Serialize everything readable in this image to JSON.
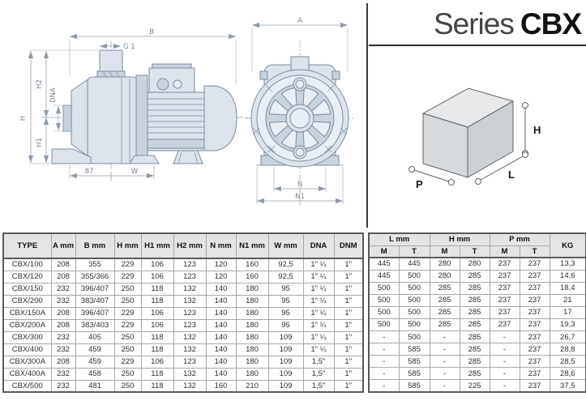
{
  "title": {
    "series": "Series",
    "model": "CBX"
  },
  "drawing_labels": {
    "b": "B",
    "g1": "G 1",
    "h": "H",
    "h2": "H2",
    "dna": "DNA",
    "h1": "H1",
    "d87": "87",
    "w": "W",
    "a": "A",
    "n": "N",
    "n1": "N1",
    "box_p": "P",
    "box_l": "L",
    "box_h": "H"
  },
  "table": {
    "headers_left": [
      "TYPE",
      "A mm",
      "B mm",
      "H mm",
      "H1 mm",
      "H2 mm",
      "N mm",
      "N1 mm",
      "W mm",
      "DNA",
      "DNM"
    ],
    "right_groups": [
      "L mm",
      "H mm",
      "P mm"
    ],
    "subheaders": [
      "M",
      "T"
    ],
    "kg": "KG",
    "rows": [
      [
        "CBX/100",
        "208",
        "355",
        "229",
        "106",
        "123",
        "120",
        "160",
        "92,5",
        "1\" ¼",
        "1\"",
        "445",
        "445",
        "280",
        "280",
        "237",
        "237",
        "13,3"
      ],
      [
        "CBX/120",
        "208",
        "355/366",
        "229",
        "106",
        "123",
        "120",
        "160",
        "92,5",
        "1\" ¼",
        "1\"",
        "445",
        "500",
        "280",
        "285",
        "237",
        "237",
        "14,6"
      ],
      [
        "CBX/150",
        "232",
        "396/407",
        "250",
        "118",
        "132",
        "140",
        "180",
        "95",
        "1\" ¼",
        "1\"",
        "500",
        "500",
        "285",
        "285",
        "237",
        "237",
        "18,4"
      ],
      [
        "CBX/200",
        "232",
        "383/407",
        "250",
        "118",
        "132",
        "140",
        "180",
        "95",
        "1\" ¼",
        "1\"",
        "500",
        "500",
        "285",
        "285",
        "237",
        "237",
        "21"
      ],
      [
        "CBX/150A",
        "208",
        "396/407",
        "229",
        "106",
        "123",
        "140",
        "180",
        "95",
        "1\" ¼",
        "1\"",
        "500",
        "500",
        "285",
        "285",
        "237",
        "237",
        "17"
      ],
      [
        "CBX/200A",
        "208",
        "383/403",
        "229",
        "106",
        "123",
        "140",
        "180",
        "95",
        "1\" ¼",
        "1\"",
        "500",
        "500",
        "285",
        "285",
        "237",
        "237",
        "19,3"
      ],
      [
        "CBX/300",
        "232",
        "405",
        "250",
        "118",
        "132",
        "140",
        "180",
        "109",
        "1\" ¼",
        "1\"",
        "-",
        "500",
        "-",
        "285",
        "-",
        "237",
        "26,7"
      ],
      [
        "CBX/400",
        "232",
        "459",
        "250",
        "118",
        "132",
        "140",
        "180",
        "109",
        "1\" ¼",
        "1\"",
        "-",
        "585",
        "-",
        "285",
        "-",
        "237",
        "28,8"
      ],
      [
        "CBX/300A",
        "208",
        "459",
        "229",
        "106",
        "123",
        "140",
        "180",
        "109",
        "1,5\"",
        "1\"",
        "-",
        "585",
        "-",
        "285",
        "-",
        "237",
        "28,5"
      ],
      [
        "CBX/400A",
        "232",
        "458",
        "250",
        "118",
        "132",
        "140",
        "180",
        "109",
        "1,5\"",
        "1\"",
        "-",
        "585",
        "-",
        "285",
        "-",
        "237",
        "28,6"
      ],
      [
        "CBX/500",
        "232",
        "481",
        "250",
        "118",
        "132",
        "160",
        "210",
        "109",
        "1,5\"",
        "1\"",
        "-",
        "585",
        "-",
        "225",
        "-",
        "237",
        "37,5"
      ]
    ]
  },
  "colors": {
    "header_bg": "#e4e4e4",
    "grid_border": "#a8a8a8",
    "outer_border": "#5a5a5a",
    "drawing_fill": "#dce3eb",
    "drawing_stroke": "#7d8da0",
    "title_rule": "#2e2e2e"
  }
}
